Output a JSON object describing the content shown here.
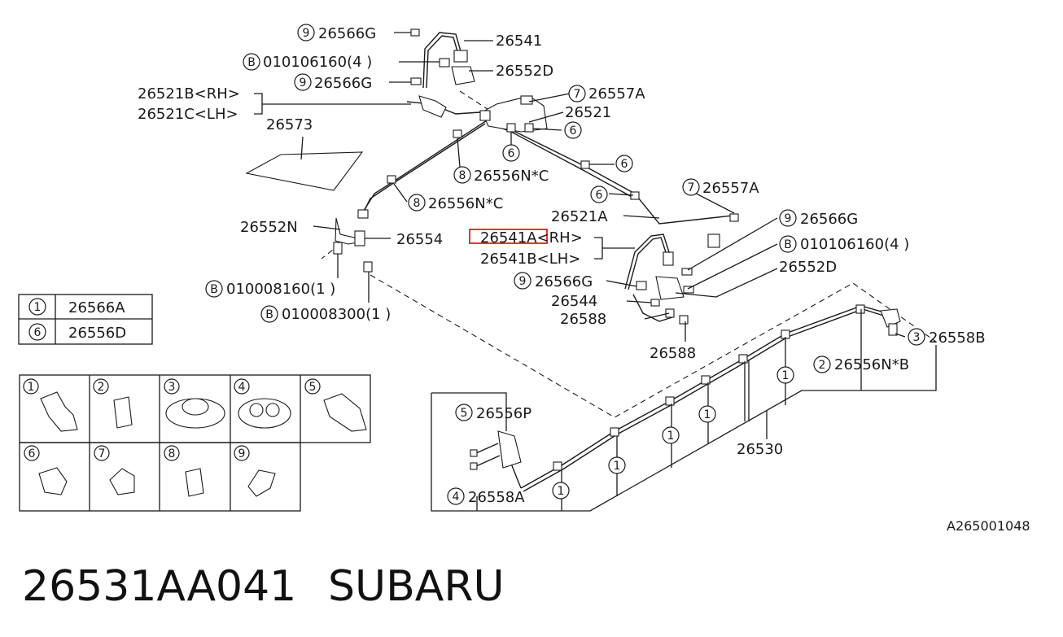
{
  "callouts": {
    "c9a": {
      "num": "9",
      "code": "26566G"
    },
    "c26541": {
      "code": "26541"
    },
    "cB1": {
      "num": "B",
      "code": "010106160(4 )"
    },
    "c26552D_top": {
      "code": "26552D"
    },
    "c9b": {
      "num": "9",
      "code": "26566G"
    },
    "c26521B": {
      "code": "26521B<RH>"
    },
    "c26521C": {
      "code": "26521C<LH>"
    },
    "c7a": {
      "num": "7",
      "code": "26557A"
    },
    "c26521": {
      "code": "26521"
    },
    "c6a": {
      "num": "6"
    },
    "c26573": {
      "code": "26573"
    },
    "c6b": {
      "num": "6"
    },
    "c6c": {
      "num": "6"
    },
    "c8a": {
      "num": "8",
      "code": "26556N*C"
    },
    "c8b": {
      "num": "8",
      "code": "26556N*C"
    },
    "c6d": {
      "num": "6"
    },
    "c7b": {
      "num": "7",
      "code": "26557A"
    },
    "c26521A": {
      "code": "26521A"
    },
    "c9c": {
      "num": "9",
      "code": "26566G"
    },
    "c26552N": {
      "code": "26552N"
    },
    "c26554": {
      "code": "26554"
    },
    "c26541A": {
      "code": "26541A<RH>"
    },
    "cB2": {
      "num": "B",
      "code": "010106160(4 )"
    },
    "c26541B": {
      "code": "26541B<LH>"
    },
    "c26552D_mid": {
      "code": "26552D"
    },
    "c9d": {
      "num": "9",
      "code": "26566G"
    },
    "cB3": {
      "num": "B",
      "code": "010008160(1 )"
    },
    "cB4": {
      "num": "B",
      "code": "010008300(1 )"
    },
    "c26544": {
      "code": "26544"
    },
    "c26588a": {
      "code": "26588"
    },
    "c3": {
      "num": "3",
      "code": "26558B"
    },
    "c26588b": {
      "code": "26588"
    },
    "c2": {
      "num": "2",
      "code": "26556N*B"
    },
    "c5": {
      "num": "5",
      "code": "26556P"
    },
    "c26530": {
      "code": "26530"
    },
    "c4": {
      "num": "4",
      "code": "26558A"
    },
    "one": {
      "num": "1"
    }
  },
  "legend": [
    {
      "num": "1",
      "code": "26566A"
    },
    {
      "num": "6",
      "code": "26556D"
    }
  ],
  "parts_grid": [
    "1",
    "2",
    "3",
    "4",
    "5",
    "6",
    "7",
    "8",
    "9"
  ],
  "figure_id": "A265001048",
  "footer": {
    "part_number": "26531AA041",
    "brand": "SUBARU"
  },
  "colors": {
    "highlight": "#e02020",
    "ink": "#1a1a1a"
  }
}
